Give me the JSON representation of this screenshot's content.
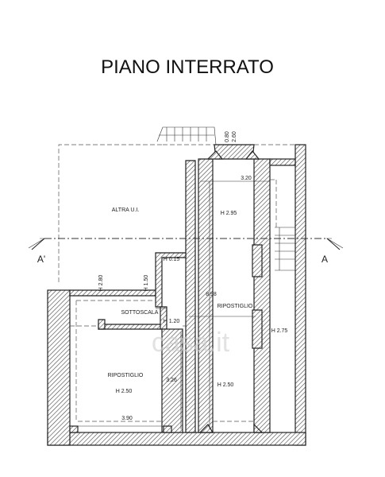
{
  "title": "PIANO INTERRATO",
  "section_left": "A'",
  "section_right": "A",
  "rooms": {
    "altra_ui": "ALTRA U.I.",
    "sottoscala": "SOTTOSCALA",
    "ripostiglio_left": "RIPOSTIGLIO",
    "ripostiglio_right": "RIPOSTIGLIO"
  },
  "heights": {
    "h295": "H 2.95",
    "h015": "H 0.15",
    "h150": "H 1.50",
    "h280": "H 2.80",
    "h120": "H 1.20",
    "h275": "H 2.75",
    "h250_left": "H 2.50",
    "h250_right": "H 2.50"
  },
  "dimensions": {
    "d080": "0.80",
    "d260": "2.60",
    "d320": "3.20",
    "d898": "8.98",
    "d326": "3.26",
    "d390": "3.90"
  },
  "watermark": "casa.it"
}
